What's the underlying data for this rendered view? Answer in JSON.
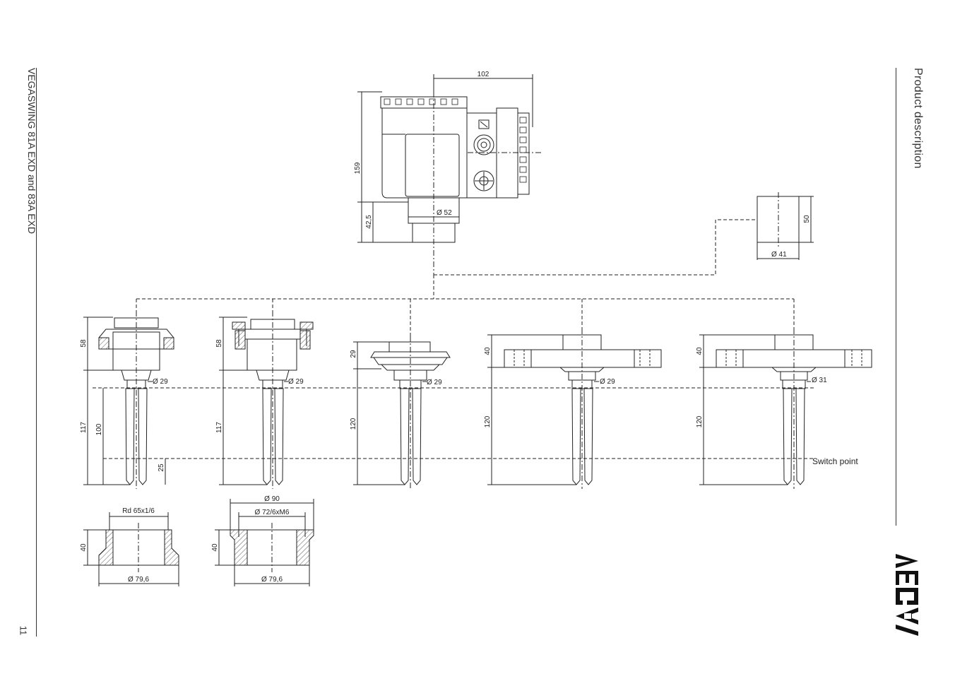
{
  "header": {
    "document_title": "VEGASWING 81A EXD and 83A EXD",
    "section_title": "Product description",
    "page_number": "11",
    "logo_text": "VEGA"
  },
  "housing": {
    "width": "102",
    "height": "159",
    "neck_height": "42,5",
    "neck_diameter": "Ø 52"
  },
  "extension": {
    "height": "50",
    "diameter": "Ø 41"
  },
  "versions": [
    {
      "height": "58",
      "length": "117",
      "sub_length": "100",
      "tip": "25",
      "diameter": "Ø 29"
    },
    {
      "height": "58",
      "length": "117",
      "diameter": "Ø 29"
    },
    {
      "height": "29",
      "length": "120",
      "diameter": "Ø 29"
    },
    {
      "height": "40",
      "length": "120",
      "diameter": "Ø 29"
    },
    {
      "height": "40",
      "length": "120",
      "diameter": "Ø 31"
    }
  ],
  "switch_point_label": "Switch point",
  "adapters": [
    {
      "top_label": "Rd 65x1/6",
      "height": "40",
      "bottom_label": "Ø 79,6"
    },
    {
      "outer_label": "Ø 90",
      "top_label": "Ø 72/6xM6",
      "height": "40",
      "bottom_label": "Ø 79,6"
    }
  ]
}
